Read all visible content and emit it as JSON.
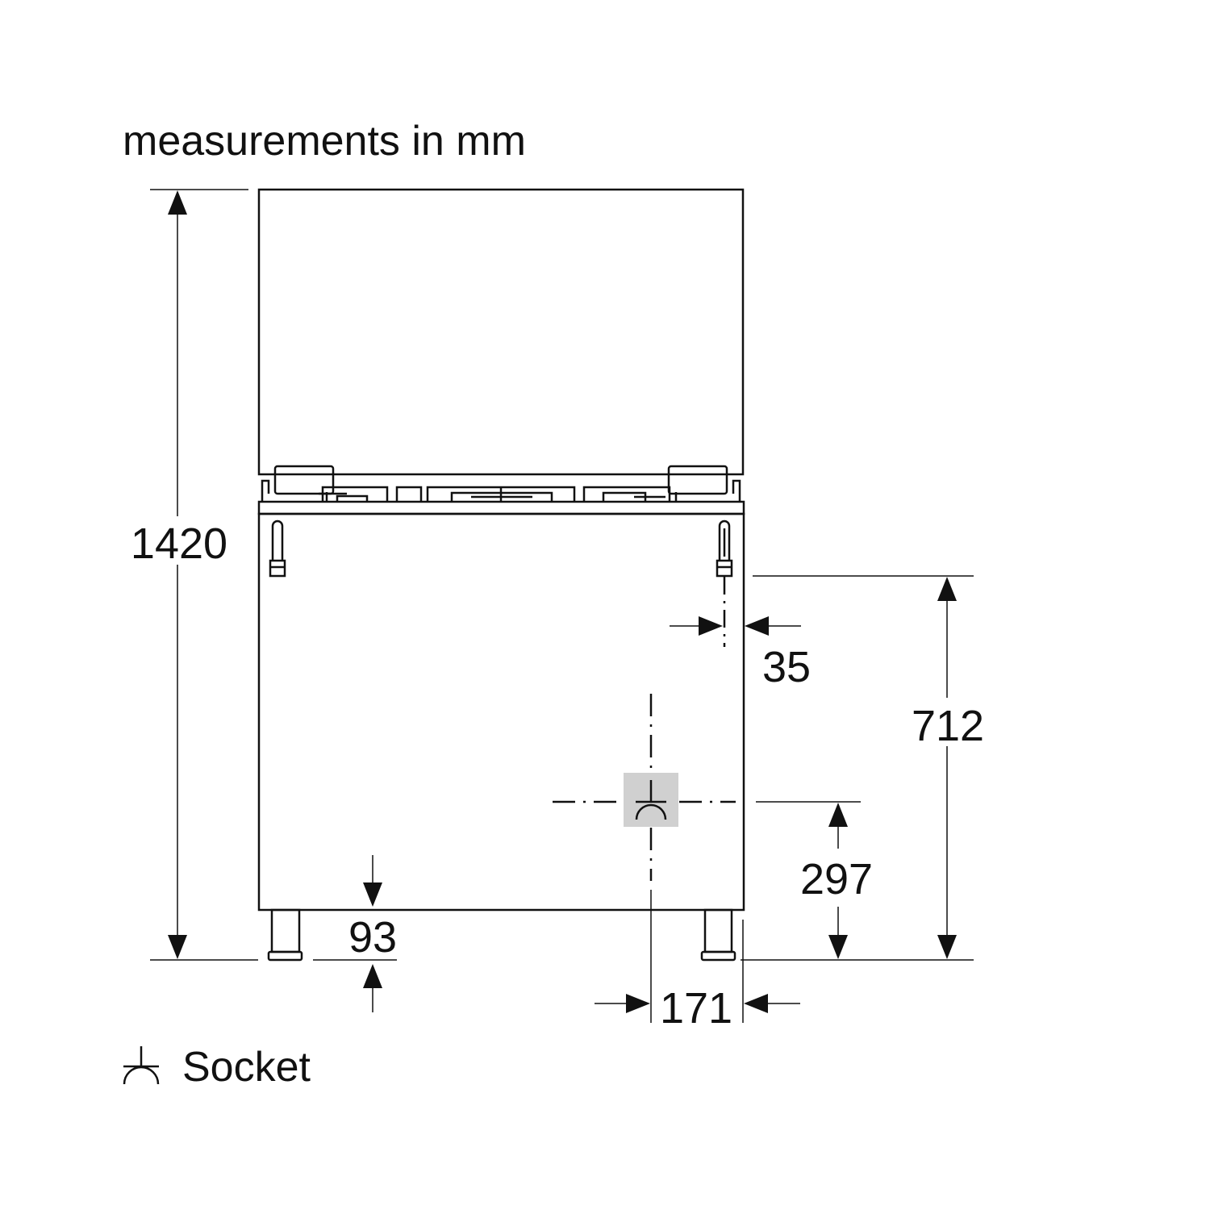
{
  "title": "measurements in mm",
  "dimensions": {
    "total_height": "1420",
    "socket_zone_height": "712",
    "socket_height": "297",
    "plinth_height": "93",
    "side_offset": "35",
    "socket_from_side": "171"
  },
  "legend": {
    "symbol": "socket-icon",
    "label": "Socket"
  },
  "colors": {
    "line": "#111111",
    "socket_highlight": "#d0d0d0"
  }
}
